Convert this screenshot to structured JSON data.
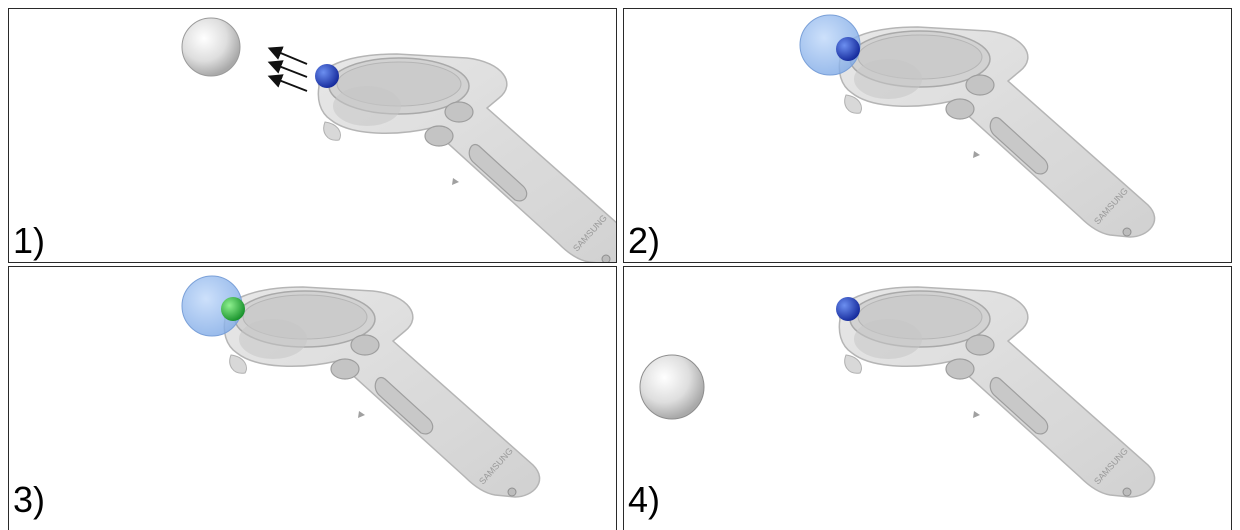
{
  "panels": [
    {
      "label": "1)",
      "ball": "grey",
      "ball_touching": false,
      "tip_color": "#2a49c8",
      "arrows": true
    },
    {
      "label": "2)",
      "ball": "blue-transparent",
      "ball_touching": true,
      "tip_color": "#2a49c8",
      "arrows": false
    },
    {
      "label": "3)",
      "ball": "blue-transparent",
      "ball_touching": true,
      "tip_color": "#2fbf3a",
      "arrows": false
    },
    {
      "label": "4)",
      "ball": "grey",
      "ball_touching": false,
      "tip_color": "#2a49c8",
      "arrows": false
    }
  ],
  "controller_brand": "SAMSUNG",
  "colors": {
    "controller_body": "#d6d6d6",
    "controller_edge": "#a8a8a8",
    "ball_grey": "#dcdcdc",
    "ball_blue": "#8fb7ec",
    "tip_blue": "#2a49c8",
    "tip_green": "#2fbf3a"
  }
}
